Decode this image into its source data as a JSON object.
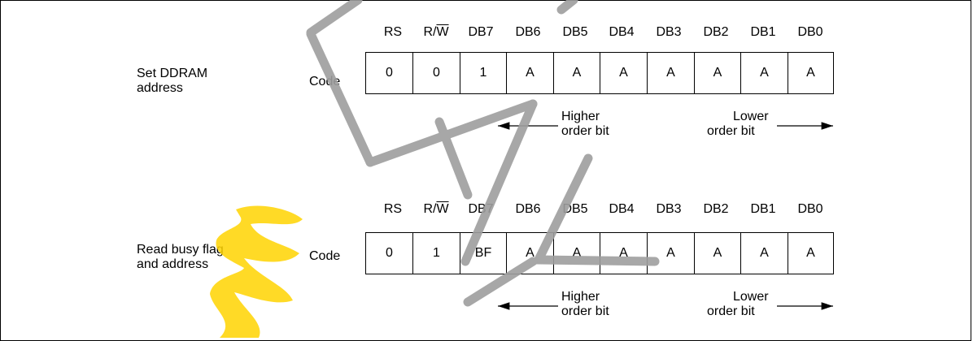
{
  "columns": [
    "RS",
    "R",
    "W",
    "DB7",
    "DB6",
    "DB5",
    "DB4",
    "DB3",
    "DB2",
    "DB1",
    "DB0"
  ],
  "rows": [
    {
      "label_line1": "Set DDRAM",
      "label_line2": "address",
      "code_label": "Code",
      "cells": [
        "0",
        "0",
        "1",
        "A",
        "A",
        "A",
        "A",
        "A",
        "A",
        "A"
      ]
    },
    {
      "label_line1": "Read busy flag",
      "label_line2": "and address",
      "code_label": "Code",
      "cells": [
        "0",
        "1",
        "BF",
        "A",
        "A",
        "A",
        "A",
        "A",
        "A",
        "A"
      ]
    }
  ],
  "higher_line1": "Higher",
  "higher_line2": "order bit",
  "lower_line1": "Lower",
  "lower_line2": "order bit",
  "colors": {
    "line": "#000000",
    "watermark_gray": "#9e9e9e",
    "watermark_yellow": "#ffd400"
  }
}
